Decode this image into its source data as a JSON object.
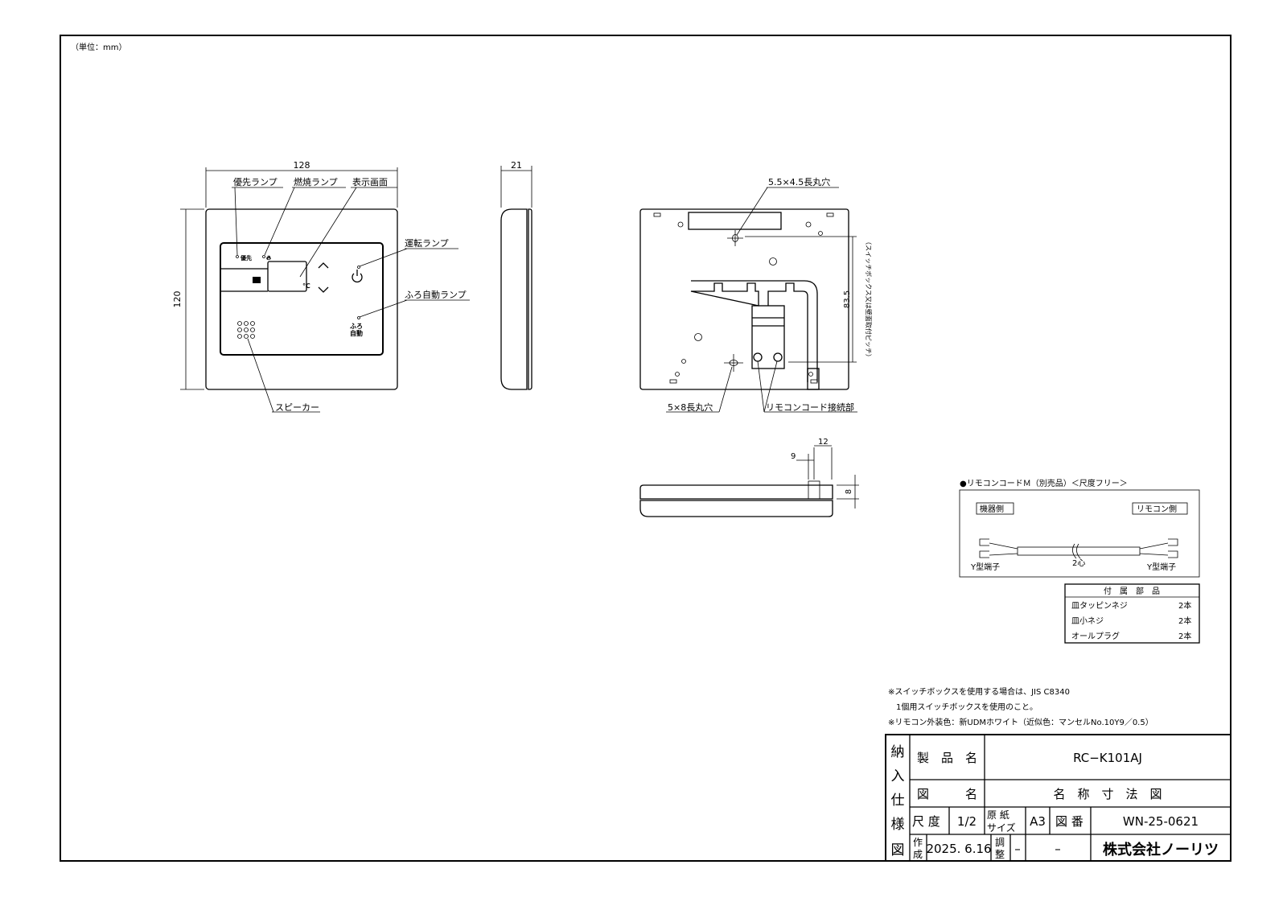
{
  "unit_label": "（単位：mm）",
  "front_view": {
    "width_dim": "128",
    "height_dim": "120",
    "labels": {
      "priority_lamp": "優先ランプ",
      "combustion_lamp": "燃焼ランプ",
      "display_screen": "表示画面",
      "operation_lamp": "運転ランプ",
      "bath_auto_lamp": "ふろ自動ランプ",
      "speaker": "スピーカー"
    },
    "panel_marks": {
      "priority": "優先",
      "celsius": "℃",
      "bath": "ふろ",
      "auto": "自動"
    }
  },
  "side_view": {
    "depth_dim": "21"
  },
  "back_view": {
    "top_hole": "5.5×4.5長丸穴",
    "bottom_hole": "5×8長丸穴",
    "connector": "リモコンコード接続部",
    "pitch_dim": "83.5",
    "pitch_note": "（スイッチボックス又は壁面取付ピッチ）"
  },
  "bottom_view": {
    "dim_9": "9",
    "dim_12": "12",
    "dim_8": "8"
  },
  "cord": {
    "title": "●リモコンコードＭ（別売品）＜尺度フリー＞",
    "device_side": "機器側",
    "remote_side": "リモコン側",
    "left_terminal": "Y型端子",
    "core": "2心",
    "right_terminal": "Y型端子"
  },
  "accessories": {
    "header": "付　属　部　品",
    "rows": [
      {
        "name": "皿タッピンネジ",
        "qty": "2本"
      },
      {
        "name": "皿小ネジ",
        "qty": "2本"
      },
      {
        "name": "オールプラグ",
        "qty": "2本"
      }
    ]
  },
  "notes": [
    "※スイッチボックスを使用する場合は、JIS C8340",
    "　1個用スイッチボックスを使用のこと。",
    "※リモコン外装色：新UDMホワイト（近似色：マンセルNo.10Y9／0.5）"
  ],
  "title_block": {
    "side_title": [
      "納",
      "入",
      "仕",
      "様",
      "図"
    ],
    "product_label": "製　品　名",
    "product_value": "RC−K101AJ",
    "drawing_label": "図　　　名",
    "drawing_value": "名　称　寸　法　図",
    "scale_label": "尺 度",
    "scale_value": "1/2",
    "paper_label_1": "原 紙",
    "paper_label_2": "サイズ",
    "paper_value": "A3",
    "number_label": "図 番",
    "number_value": "WN-25-0621",
    "created_label_1": "作",
    "created_label_2": "成",
    "created_value": "2025. 6.16",
    "adjust_label_1": "調",
    "adjust_label_2": "整",
    "adjust_value": "–",
    "adjust_extra": "–",
    "company": "株式会社ノーリツ"
  }
}
